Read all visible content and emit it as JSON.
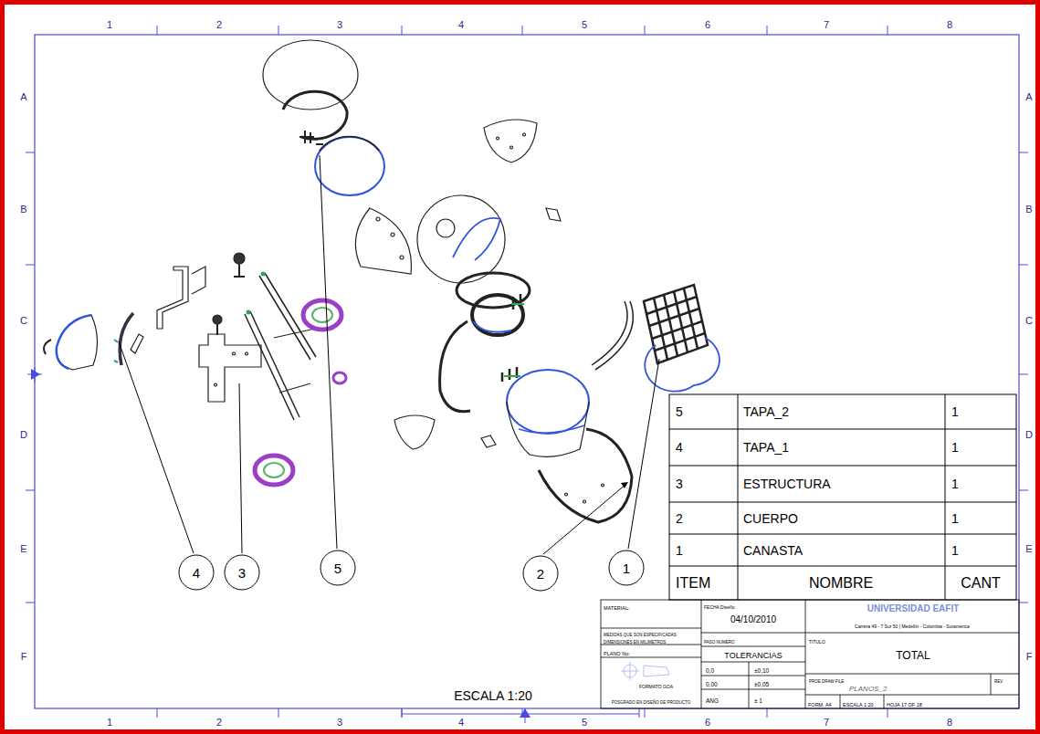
{
  "diagram": {
    "nodes": [
      {
        "text": [
          "4"
        ]
      },
      {
        "text": [
          "3"
        ]
      },
      {
        "text": [
          "5"
        ]
      },
      {
        "text": [
          "2"
        ]
      },
      {
        "text": [
          "1"
        ]
      }
    ],
    "labels": [
      "1",
      "2",
      "3",
      "4",
      "5",
      "6",
      "7",
      "8",
      "1",
      "2",
      "3",
      "4",
      "5",
      "6",
      "7",
      "8",
      "A",
      "B",
      "C",
      "D",
      "E",
      "F",
      "A",
      "B",
      "C",
      "D",
      "E",
      "F",
      "5",
      "TAPA_2",
      "1",
      "4",
      "TAPA_1",
      "1",
      "3",
      "ESTRUCTURA",
      "1",
      "2",
      "CUERPO",
      "1",
      "1",
      "CANASTA",
      "1",
      "ITEM",
      "NOMBRE",
      "CANT",
      "ESCALA 1:20",
      "MATERIAL:",
      "MEDIDAS QUE SON ESPECIFICADAS",
      "DIMENSIONES EN MILIMETROS",
      "PLANO No:",
      "FORMATO GOA",
      "POSGRADO EN DISEÑO DE PRODUCTO",
      "FECHA Diseño",
      "04/10/2010",
      "PASO NUMERO",
      "TOLERANCIAS",
      "0,0",
      "±0,10",
      "0,00",
      "±0,05",
      "ANG",
      "± 1",
      "UNIVERSIDAD EAFIT",
      "Carrera 49 - 7 Sur 50 | Medellín - Colombia - Suramérica",
      "TITULO",
      "TOTAL",
      "PROE DRAW FILE",
      "PLANOS_2",
      "REV",
      "FORM. A4",
      "ESCALA 1:20",
      "HOJA 17 OF 18"
    ]
  }
}
